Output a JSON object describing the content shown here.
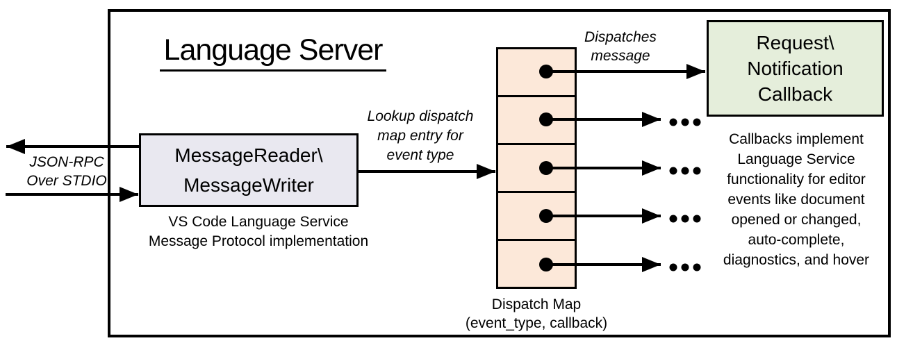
{
  "title": "Language Server",
  "stdio": {
    "line1": "JSON-RPC",
    "line2": "Over STDIO"
  },
  "message_box": {
    "line1": "MessageReader\\",
    "line2": "MessageWriter",
    "caption_line1": "VS Code Language Service",
    "caption_line2": "Message Protocol implementation"
  },
  "lookup_label": {
    "line1": "Lookup dispatch",
    "line2": "map entry for",
    "line3": "event type"
  },
  "dispatches_label": {
    "line1": "Dispatches",
    "line2": "message"
  },
  "dispatch_map": {
    "cell_count": 5,
    "caption_line1": "Dispatch Map",
    "caption_line2": "(event_type, callback)"
  },
  "callback_box": {
    "line1": "Request\\",
    "line2": "Notification",
    "line3": "Callback"
  },
  "callbacks_note": {
    "line1": "Callbacks implement",
    "line2": "Language Service",
    "line3": "functionality for editor",
    "line4": "events like document",
    "line5": "opened or changed,",
    "line6": "auto-complete,",
    "line7": "diagnostics, and hover"
  },
  "colors": {
    "message_box_fill": "#e9e8f0",
    "dispatch_cell_fill": "#fce8d9",
    "callback_box_fill": "#e5eedb",
    "line": "#000000"
  }
}
